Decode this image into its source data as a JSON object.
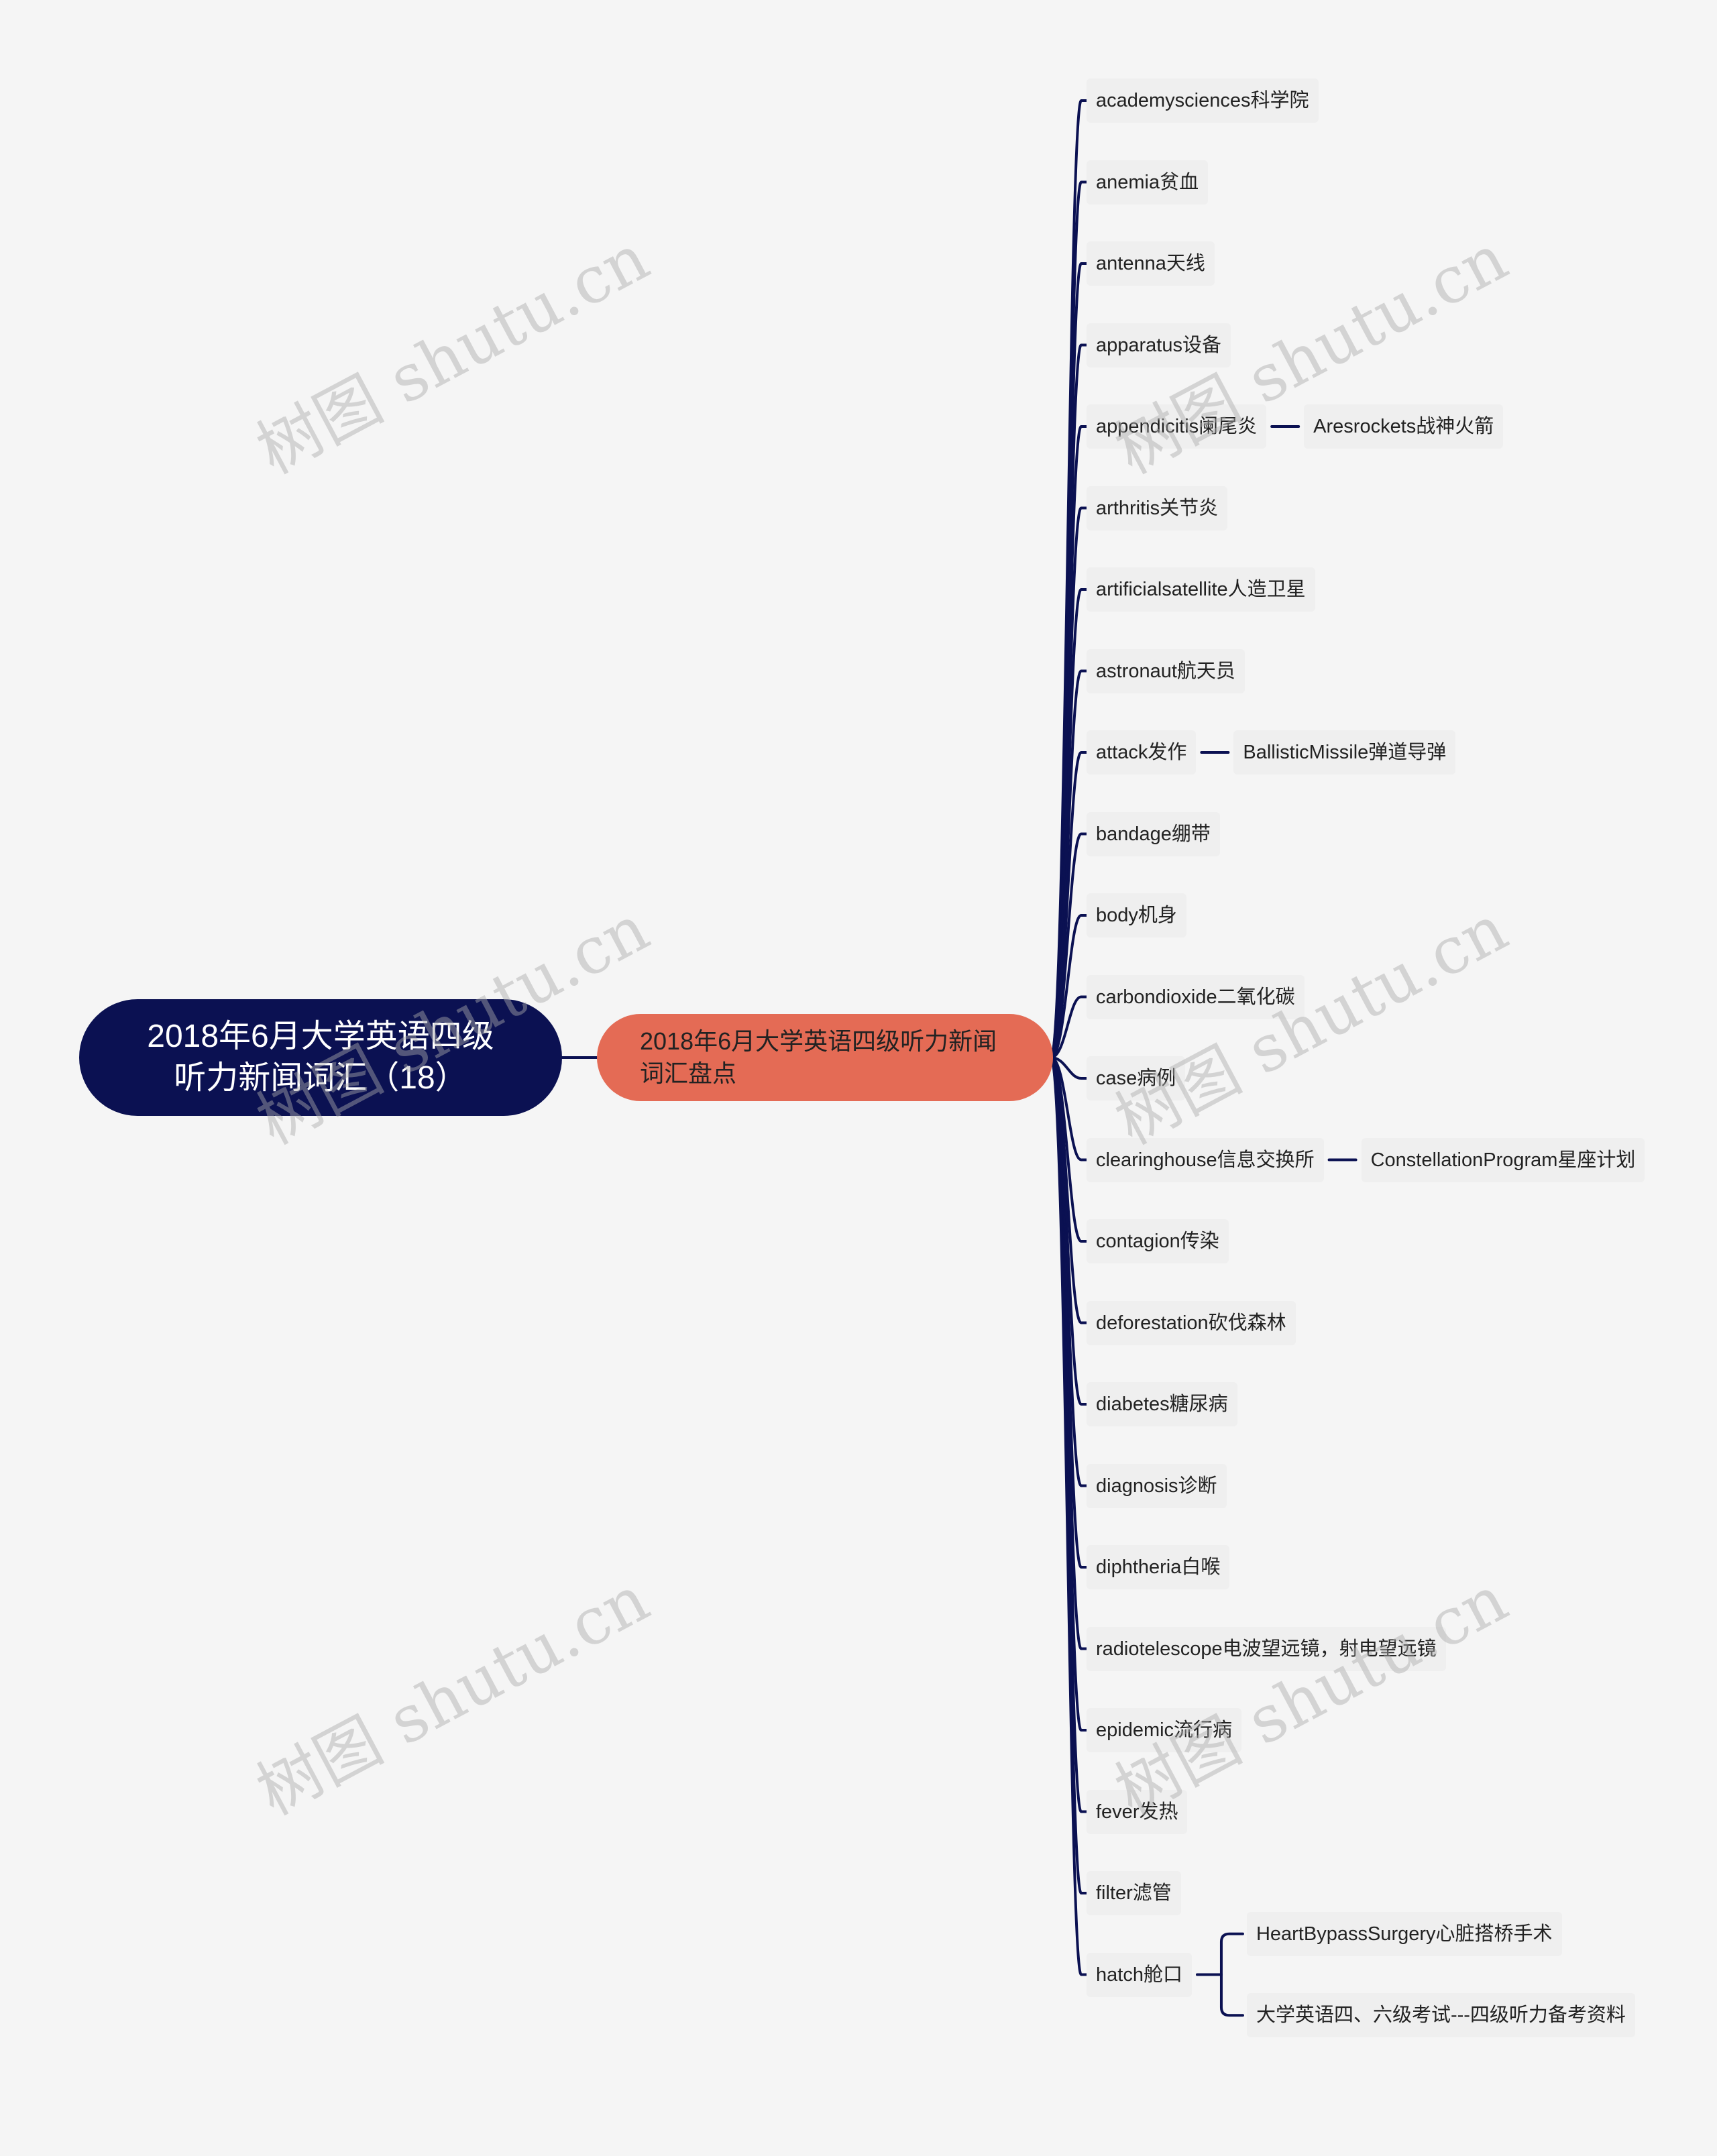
{
  "root": {
    "line1": "2018年6月大学英语四级",
    "line2": "听力新闻词汇（18）"
  },
  "main": {
    "line1": "2018年6月大学英语四级听力新闻",
    "line2": "词汇盘点"
  },
  "terms": [
    {
      "text": "academysciences科学院"
    },
    {
      "text": "anemia贫血"
    },
    {
      "text": "antenna天线"
    },
    {
      "text": "apparatus设备"
    },
    {
      "text": "appendicitis阑尾炎",
      "children": [
        "Aresrockets战神火箭"
      ]
    },
    {
      "text": "arthritis关节炎"
    },
    {
      "text": "artificialsatellite人造卫星"
    },
    {
      "text": "astronaut航天员"
    },
    {
      "text": "attack发作",
      "children": [
        "BallisticMissile弹道导弹"
      ]
    },
    {
      "text": "bandage绷带"
    },
    {
      "text": "body机身"
    },
    {
      "text": "carbondioxide二氧化碳"
    },
    {
      "text": "case病例"
    },
    {
      "text": "clearinghouse信息交换所",
      "children": [
        "ConstellationProgram星座计划"
      ]
    },
    {
      "text": "contagion传染"
    },
    {
      "text": "deforestation砍伐森林"
    },
    {
      "text": "diabetes糖尿病"
    },
    {
      "text": "diagnosis诊断"
    },
    {
      "text": "diphtheria白喉"
    },
    {
      "text": "radiotelescope电波望远镜，射电望远镜"
    },
    {
      "text": "epidemic流行病"
    },
    {
      "text": "fever发热"
    },
    {
      "text": "filter滤管"
    },
    {
      "text": "hatch舱口",
      "children": [
        "HeartBypassSurgery心脏搭桥手术",
        "大学英语四、六级考试---四级听力备考资料"
      ]
    }
  ],
  "watermark": "树图 shutu.cn",
  "colors": {
    "root": "#0b1152",
    "main": "#e46b55",
    "line": "#0b1152",
    "background": "#f5f5f5"
  }
}
